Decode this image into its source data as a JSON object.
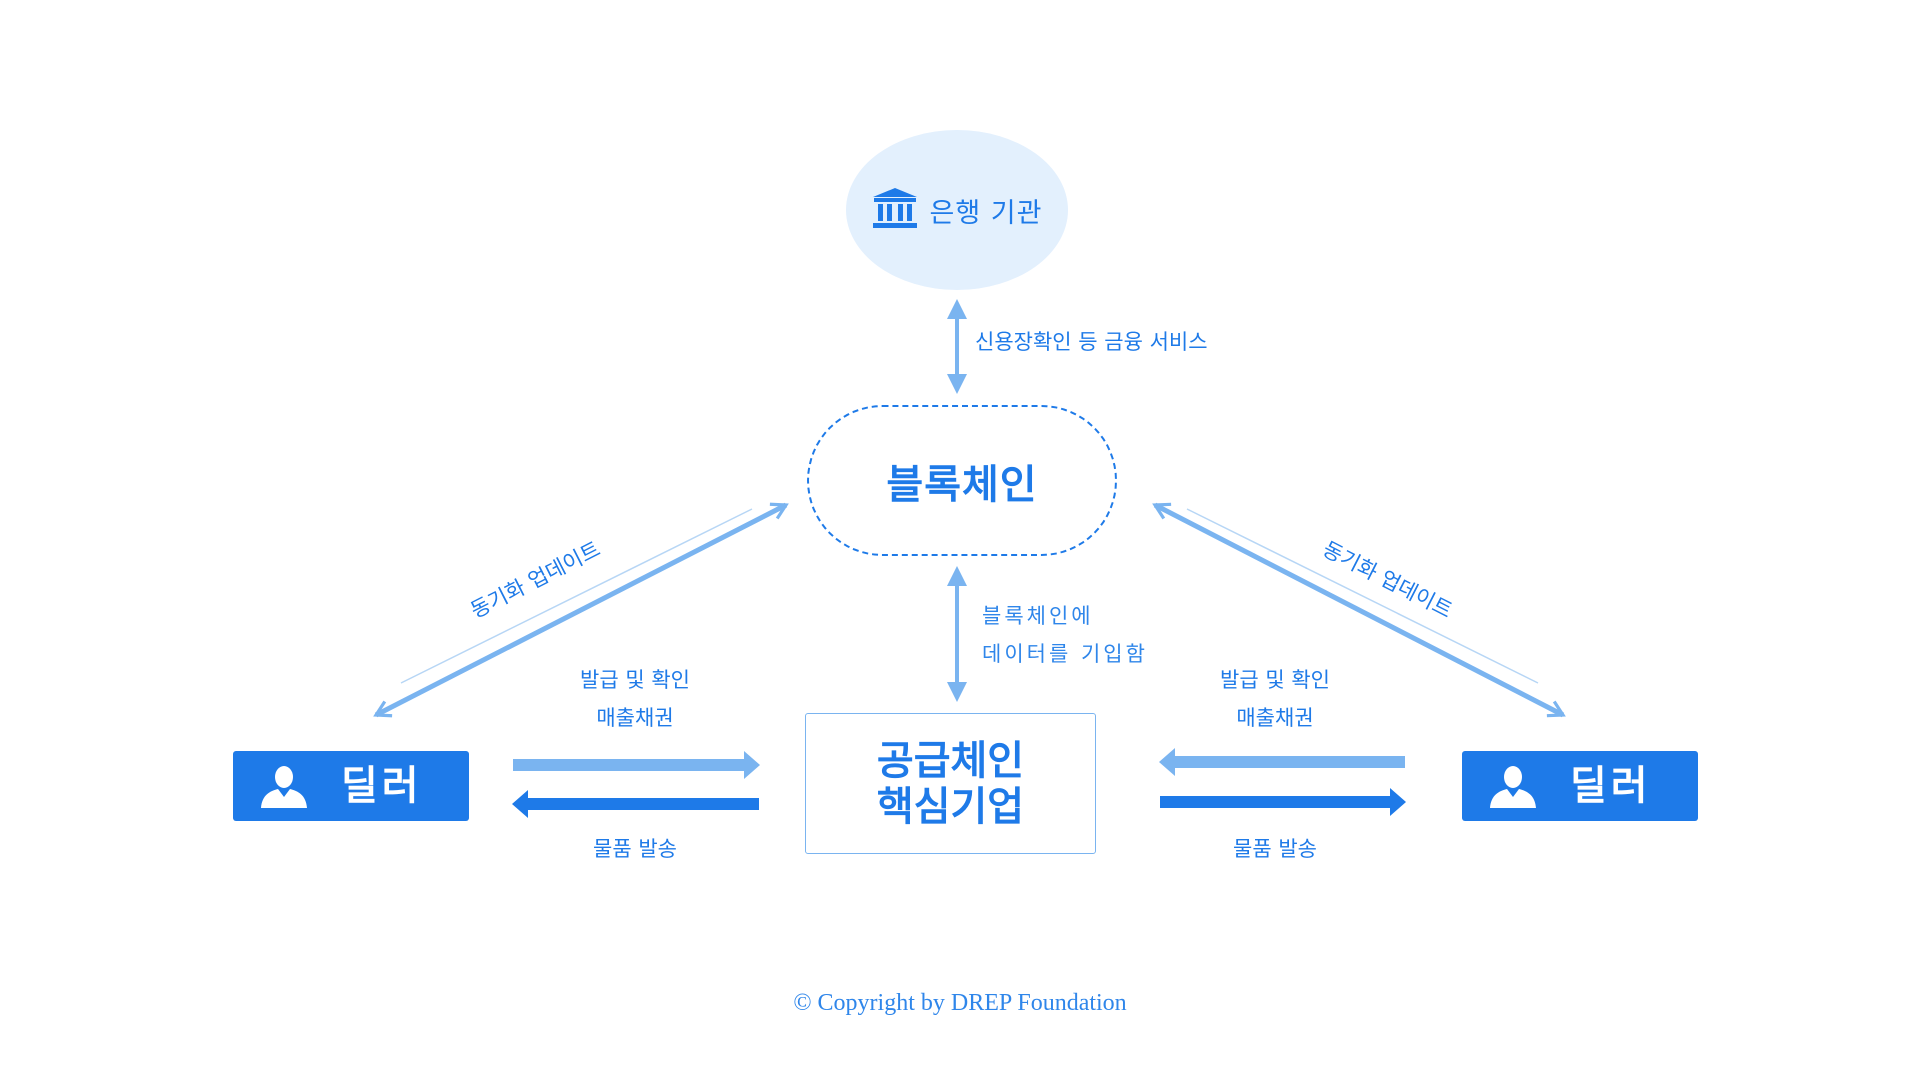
{
  "nodes": {
    "bank": "은행 기관",
    "blockchain": "블록체인",
    "core_line1": "공급체인",
    "core_line2": "핵심기업",
    "dealer_left": "딜러",
    "dealer_right": "딜러"
  },
  "edges": {
    "bank_to_chain": "신용장확인 등 금융 서비스",
    "chain_to_core_line1": "블록체인에",
    "chain_to_core_line2": "데이터를 기입함",
    "sync_left": "동기화 업데이트",
    "sync_right": "동기화 업데이트",
    "left_issue_line1": "발급 및 확인",
    "left_issue_line2": "매출채권",
    "left_ship": "물품 발송",
    "right_issue_line1": "발급 및 확인",
    "right_issue_line2": "매출채권",
    "right_ship": "물품 발송"
  },
  "footer": {
    "copyright": "© Copyright by DREP Foundation"
  },
  "icons": {
    "bank": "bank-building-icon",
    "dealer": "person-icon"
  },
  "colors": {
    "primary": "#1e7ae8",
    "light": "#7ab4f0",
    "bank_bg": "#e3f0fd"
  }
}
